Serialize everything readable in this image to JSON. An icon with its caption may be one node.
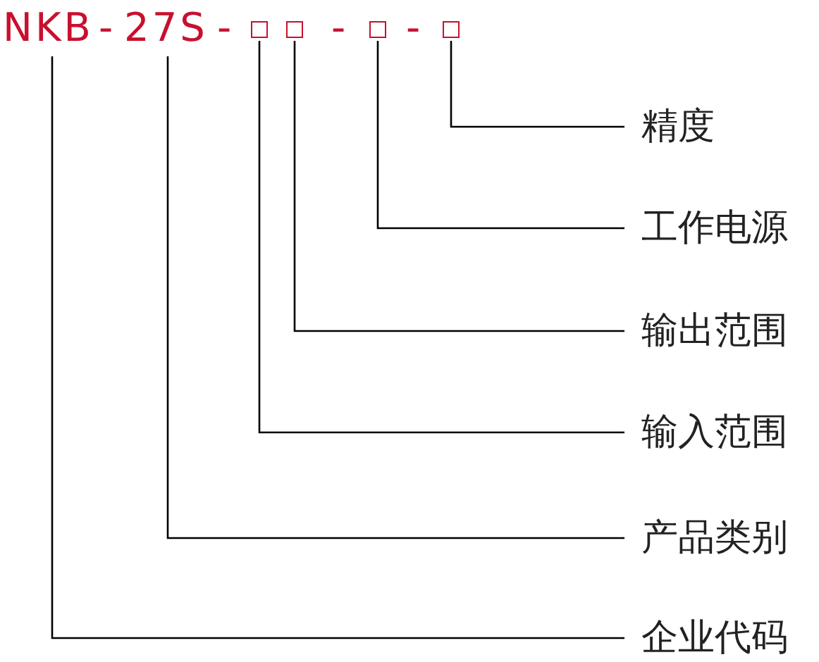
{
  "diagram": {
    "nodes": [
      {
        "text": [
          "NKB"
        ]
      },
      {
        "text": [
          "27S"
        ]
      },
      {
        "text": [],
        "shape": "box"
      },
      {
        "text": [],
        "shape": "box"
      },
      {
        "text": [],
        "shape": "box"
      },
      {
        "text": [],
        "shape": "box"
      },
      {
        "text": [
          "精度"
        ]
      },
      {
        "text": [
          "工作电源"
        ]
      },
      {
        "text": [
          "输出范围"
        ]
      },
      {
        "text": [
          "输入范围"
        ]
      },
      {
        "text": [
          "产品类别"
        ]
      },
      {
        "text": [
          "企业代码"
        ]
      }
    ],
    "edges": [
      {
        "from": 6,
        "to": 5,
        "arrow": "none"
      },
      {
        "from": 7,
        "to": 4,
        "arrow": "none"
      },
      {
        "from": 8,
        "to": 3,
        "arrow": "none"
      },
      {
        "from": 9,
        "to": 2,
        "arrow": "none"
      },
      {
        "from": 10,
        "to": 1,
        "arrow": "none"
      },
      {
        "from": 11,
        "to": 0,
        "arrow": "none"
      }
    ],
    "labels": [
      "-",
      "-",
      "-",
      "-"
    ]
  }
}
